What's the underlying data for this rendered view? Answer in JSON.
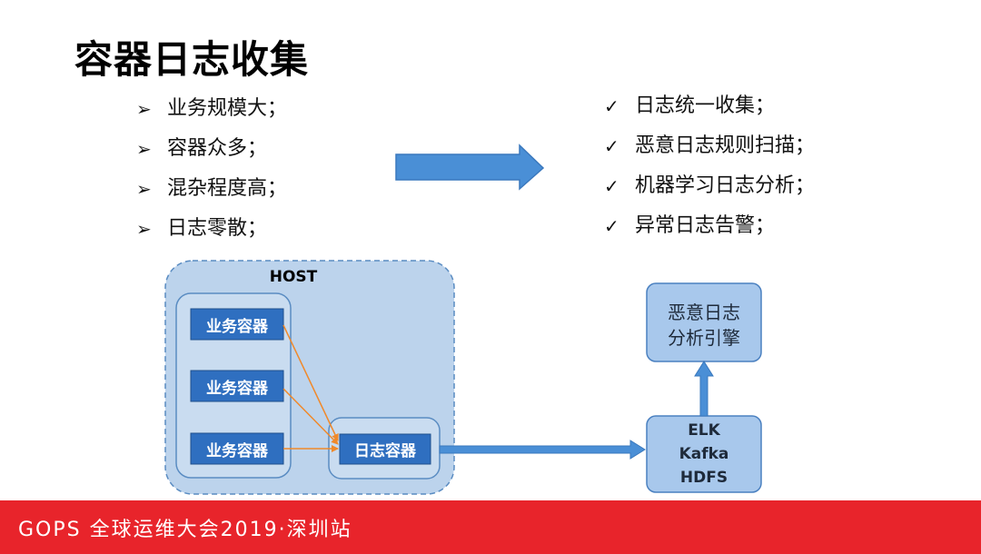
{
  "slide": {
    "title": "容器日志收集",
    "problems": [
      {
        "mark": "➢",
        "text": "业务规模大；"
      },
      {
        "mark": "➢",
        "text": "容器众多；"
      },
      {
        "mark": "➢",
        "text": "混杂程度高；"
      },
      {
        "mark": "➢",
        "text": "日志零散；"
      }
    ],
    "solutions": [
      {
        "mark": "✓",
        "text": "日志统一收集；"
      },
      {
        "mark": "✓",
        "text": "恶意日志规则扫描；"
      },
      {
        "mark": "✓",
        "text": "机器学习日志分析；"
      },
      {
        "mark": "✓",
        "text": "异常日志告警；"
      }
    ]
  },
  "diagram": {
    "host_label": "HOST",
    "business_containers": [
      "业务容器",
      "业务容器",
      "业务容器"
    ],
    "log_container": "日志容器",
    "storage_lines": [
      "ELK",
      "Kafka",
      "HDFS"
    ],
    "engine_lines": [
      "恶意日志",
      "分析引擎"
    ]
  },
  "footer": {
    "text": "GOPS 全球运维大会2019·深圳站"
  },
  "colors": {
    "arrow_blue": "#4a8fd6",
    "container_blue": "#2f6fc0",
    "host_fill": "#bcd3ec",
    "node_fill": "#a8c8ec",
    "orange_link": "#f0892a",
    "footer_red": "#e8242b"
  }
}
